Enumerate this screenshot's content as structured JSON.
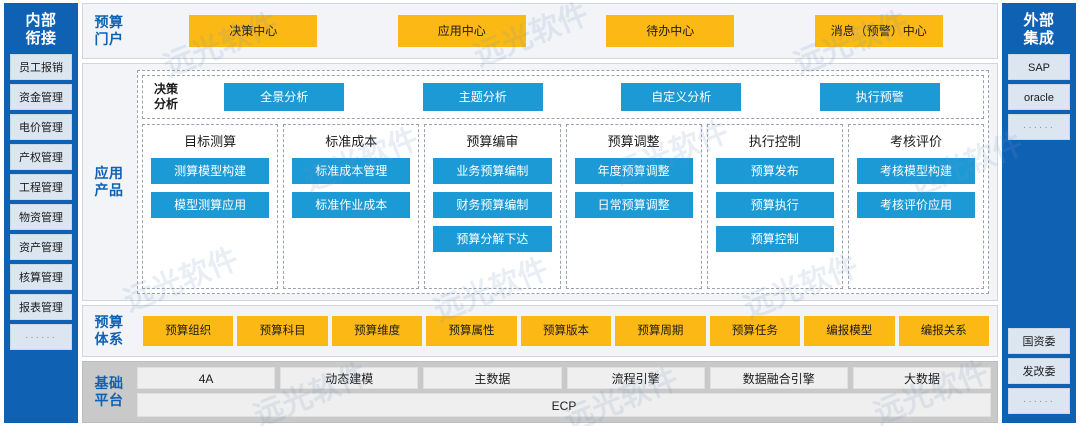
{
  "left_rail": {
    "title": "内部\n衔接",
    "items": [
      {
        "label": "员工报销"
      },
      {
        "label": "资金管理"
      },
      {
        "label": "电价管理"
      },
      {
        "label": "产权管理"
      },
      {
        "label": "工程管理"
      },
      {
        "label": "物资管理"
      },
      {
        "label": "资产管理"
      },
      {
        "label": "核算管理"
      },
      {
        "label": "报表管理"
      },
      {
        "label": "······"
      }
    ]
  },
  "right_rail": {
    "title": "外部\n集成",
    "top_items": [
      {
        "label": "SAP"
      },
      {
        "label": "oracle"
      },
      {
        "label": "······"
      }
    ],
    "bottom_items": [
      {
        "label": "国资委"
      },
      {
        "label": "发改委"
      },
      {
        "label": "······"
      }
    ]
  },
  "portal": {
    "label": "预算\n门户",
    "items": [
      {
        "label": "决策中心"
      },
      {
        "label": "应用中心"
      },
      {
        "label": "待办中心"
      },
      {
        "label": "消息（预警）中心"
      }
    ]
  },
  "apps": {
    "label": "应用\n产品",
    "decision": {
      "label": "决策\n分析",
      "items": [
        {
          "label": "全景分析"
        },
        {
          "label": "主题分析"
        },
        {
          "label": "自定义分析"
        },
        {
          "label": "执行预警"
        }
      ]
    },
    "columns": [
      {
        "title": "目标测算",
        "items": [
          "测算模型构建",
          "模型测算应用"
        ]
      },
      {
        "title": "标准成本",
        "items": [
          "标准成本管理",
          "标准作业成本"
        ]
      },
      {
        "title": "预算编审",
        "items": [
          "业务预算编制",
          "财务预算编制",
          "预算分解下达"
        ]
      },
      {
        "title": "预算调整",
        "items": [
          "年度预算调整",
          "日常预算调整"
        ]
      },
      {
        "title": "执行控制",
        "items": [
          "预算发布",
          "预算执行",
          "预算控制"
        ]
      },
      {
        "title": "考核评价",
        "items": [
          "考核模型构建",
          "考核评价应用"
        ]
      }
    ]
  },
  "budget_system": {
    "label": "预算\n体系",
    "items": [
      {
        "label": "预算组织"
      },
      {
        "label": "预算科目"
      },
      {
        "label": "预算维度"
      },
      {
        "label": "预算属性"
      },
      {
        "label": "预算版本"
      },
      {
        "label": "预算周期"
      },
      {
        "label": "预算任务"
      },
      {
        "label": "编报模型"
      },
      {
        "label": "编报关系"
      }
    ]
  },
  "foundation": {
    "label": "基础\n平台",
    "row1": [
      {
        "label": "4A"
      },
      {
        "label": "动态建模"
      },
      {
        "label": "主数据"
      },
      {
        "label": "流程引擎"
      },
      {
        "label": "数据融合引擎"
      },
      {
        "label": "大数据"
      }
    ],
    "row2": [
      {
        "label": "ECP"
      }
    ]
  },
  "theme": {
    "rail_blue": "#0F61B4",
    "chip_orange": "#FCB916",
    "chip_blue": "#1C9AD6",
    "rail_item_bg": "#DCE6F1",
    "foundation_bg": "#C9C9C9"
  },
  "watermark": {
    "text": "远光软件"
  }
}
